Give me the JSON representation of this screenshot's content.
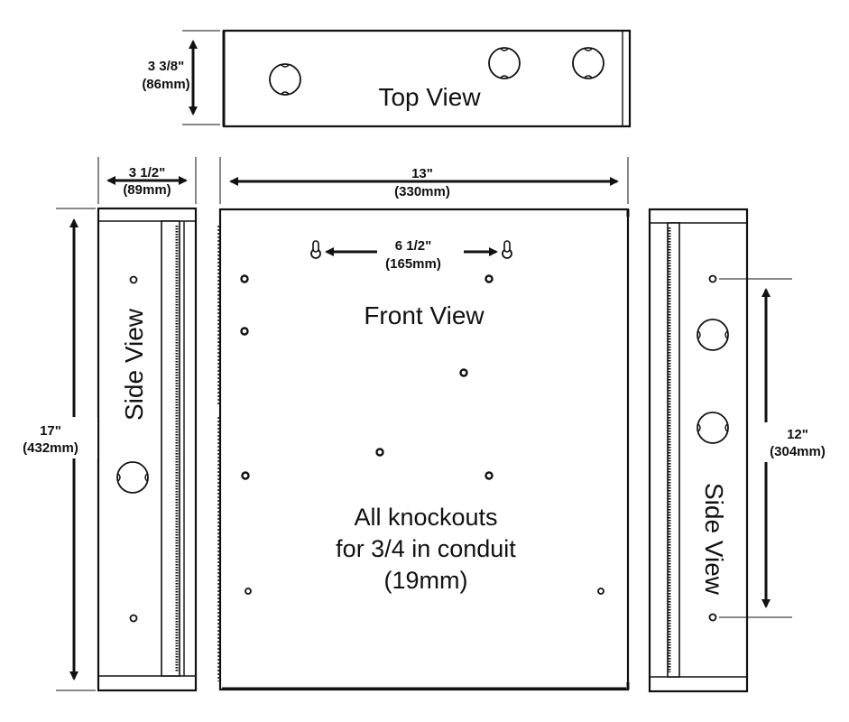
{
  "top_view": {
    "label": "Top View",
    "height_dim": {
      "imperial": "3 3/8\"",
      "metric": "(86mm)"
    }
  },
  "front_view": {
    "label": "Front View",
    "width_dim": {
      "imperial": "13\"",
      "metric": "(330mm)"
    },
    "keyhole_dim": {
      "imperial": "6 1/2\"",
      "metric": "(165mm)"
    },
    "note_lines": [
      "All knockouts",
      "for 3/4 in conduit",
      "(19mm)"
    ]
  },
  "left_side_view": {
    "label": "Side View",
    "depth_dim": {
      "imperial": "3 1/2\"",
      "metric": "(89mm)"
    },
    "height_dim": {
      "imperial": "17\"",
      "metric": "(432mm)"
    }
  },
  "right_side_view": {
    "label": "Side View",
    "spacing_dim": {
      "imperial": "12\"",
      "metric": "(304mm)"
    }
  }
}
